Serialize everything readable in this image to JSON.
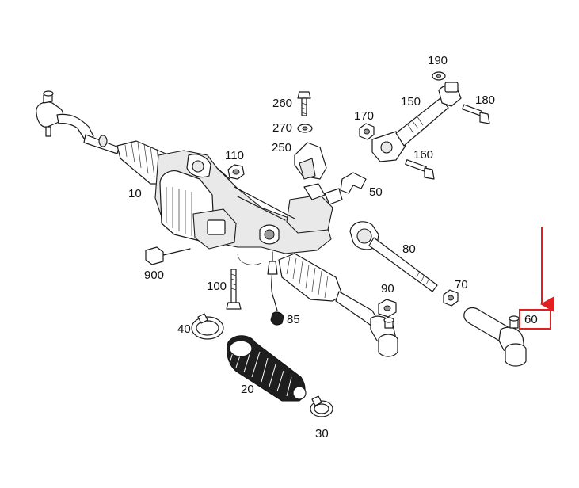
{
  "labels": {
    "p10": "10",
    "p20": "20",
    "p30": "30",
    "p40": "40",
    "p50": "50",
    "p60": "60",
    "p70": "70",
    "p80": "80",
    "p85": "85",
    "p90": "90",
    "p100": "100",
    "p110": "110",
    "p150": "150",
    "p160": "160",
    "p170": "170",
    "p180": "180",
    "p190": "190",
    "p250": "250",
    "p260": "260",
    "p270": "270",
    "p900": "900"
  },
  "highlight": {
    "color": "#e02020"
  }
}
